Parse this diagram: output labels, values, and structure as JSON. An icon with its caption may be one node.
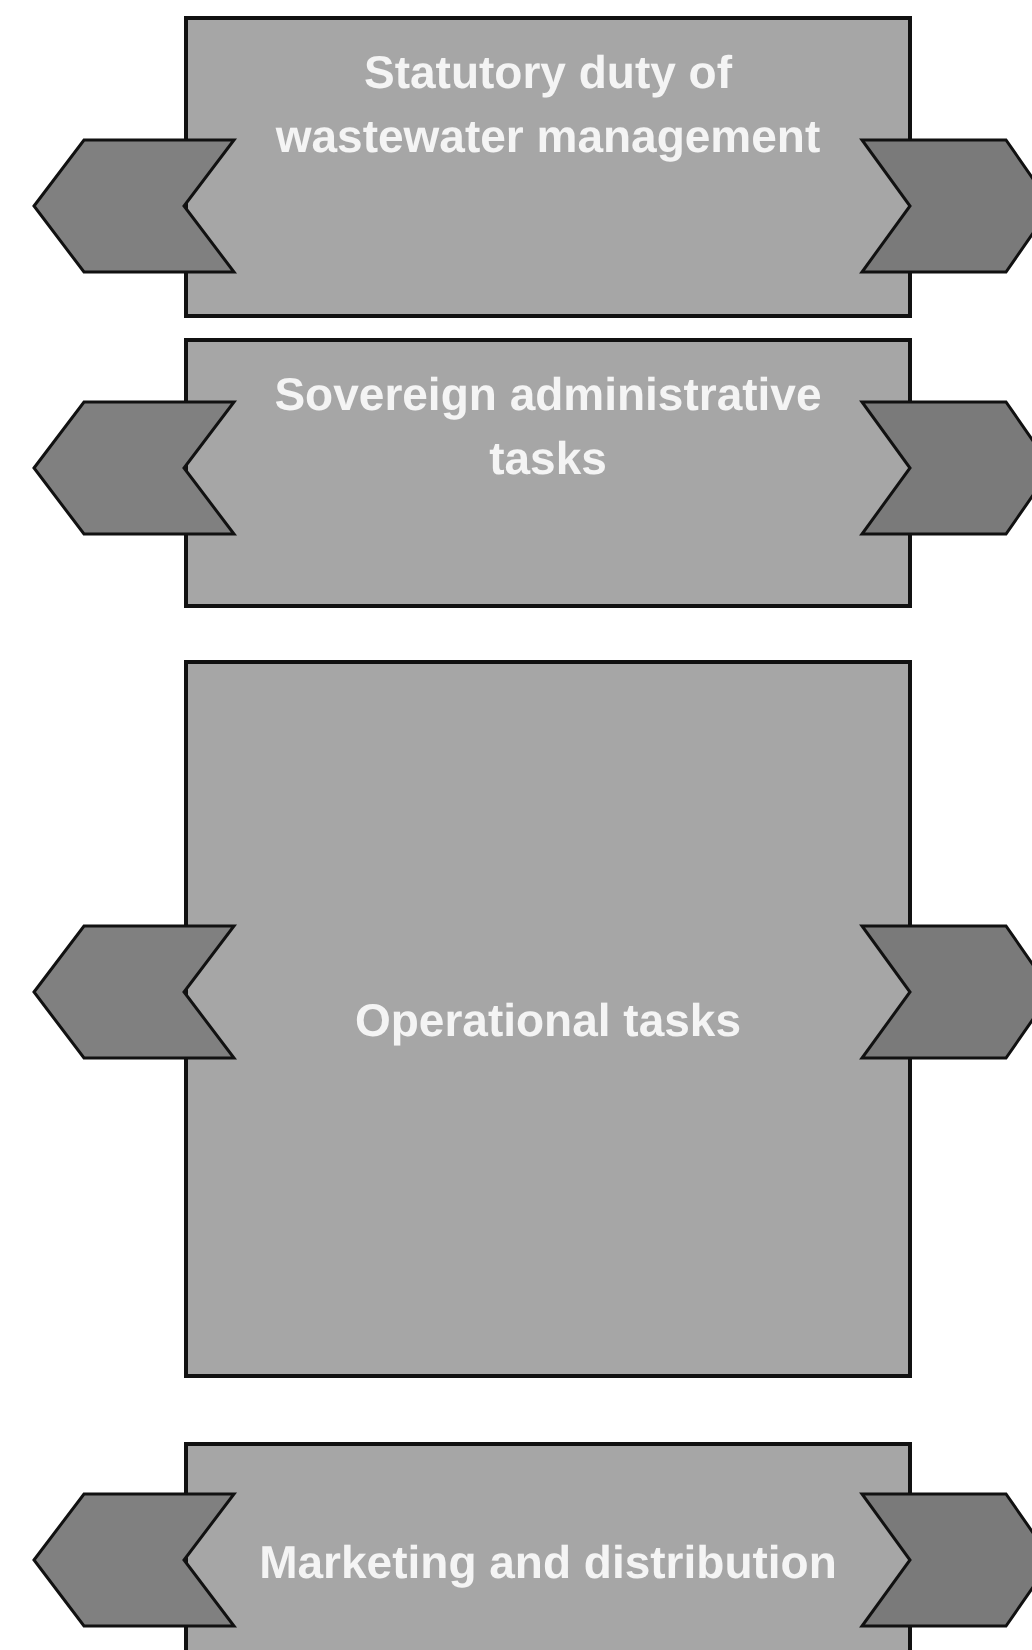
{
  "diagram": {
    "nodes": [
      {
        "text": [
          "Statutory duty of wastewater management"
        ]
      },
      {
        "text": [
          "Sovereign administrative tasks"
        ]
      },
      {
        "text": [
          "Operational tasks"
        ]
      },
      {
        "text": [
          "Marketing and distribution"
        ]
      }
    ]
  }
}
